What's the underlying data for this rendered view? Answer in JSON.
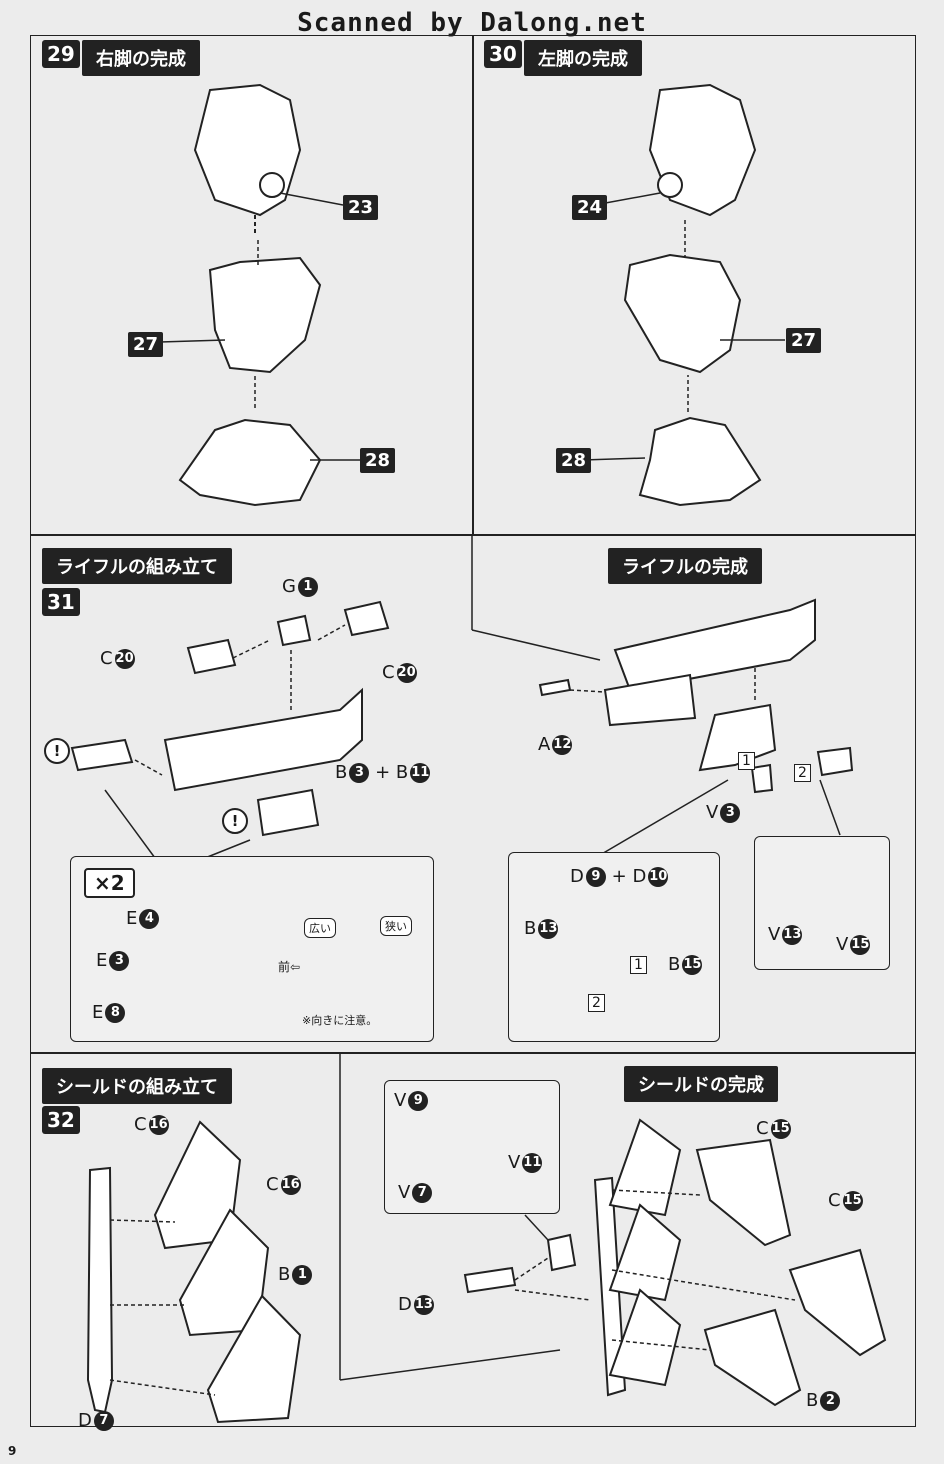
{
  "watermark": "Scanned by Dalong.net",
  "page_number": "9",
  "steps": {
    "s29": {
      "num": "29",
      "title": "右脚の完成",
      "parts": {
        "a": "23",
        "b": "27",
        "c": "28"
      }
    },
    "s30": {
      "num": "30",
      "title": "左脚の完成",
      "parts": {
        "a": "24",
        "b": "27",
        "c": "28"
      }
    },
    "s31": {
      "num": "31",
      "title": "ライフルの組み立て",
      "labels": {
        "g1": "G",
        "c20a": "C",
        "c20b": "C",
        "b3b11": "B",
        "plus": "+",
        "b11": "B"
      },
      "circles": {
        "g1": "1",
        "c20a": "20",
        "c20b": "20",
        "b3": "3",
        "b11": "11"
      },
      "inset": {
        "mult": "×2",
        "e4": "E",
        "e3": "E",
        "e8": "E",
        "n4": "4",
        "n3": "3",
        "n8": "8",
        "wide": "広い",
        "narrow": "狭い",
        "front": "前",
        "caution": "※向きに注意。"
      }
    },
    "rifle_done": {
      "title": "ライフルの完成",
      "labels": {
        "a12": "A",
        "v3": "V",
        "d9": "D",
        "d10": "D",
        "b13": "B",
        "b15": "B",
        "v13": "V",
        "v15": "V",
        "plus": "+"
      },
      "circles": {
        "a12": "12",
        "v3": "3",
        "d9": "9",
        "d10": "10",
        "b13": "13",
        "b15": "15",
        "v13": "13",
        "v15": "15"
      },
      "steps": {
        "one": "1",
        "two": "2",
        "one_b": "1",
        "two_b": "2"
      }
    },
    "s32": {
      "num": "32",
      "title": "シールドの組み立て",
      "labels": {
        "c16a": "C",
        "c16b": "C",
        "b1": "B",
        "d7": "D",
        "v9": "V",
        "v11": "V",
        "v7": "V",
        "d13": "D"
      },
      "circles": {
        "c16a": "16",
        "c16b": "16",
        "b1": "1",
        "d7": "7",
        "v9": "9",
        "v11": "11",
        "v7": "7",
        "d13": "13"
      }
    },
    "shield_done": {
      "title": "シールドの完成",
      "labels": {
        "c15a": "C",
        "c15b": "C",
        "b2": "B"
      },
      "circles": {
        "c15a": "15",
        "c15b": "15",
        "b2": "2"
      }
    }
  }
}
